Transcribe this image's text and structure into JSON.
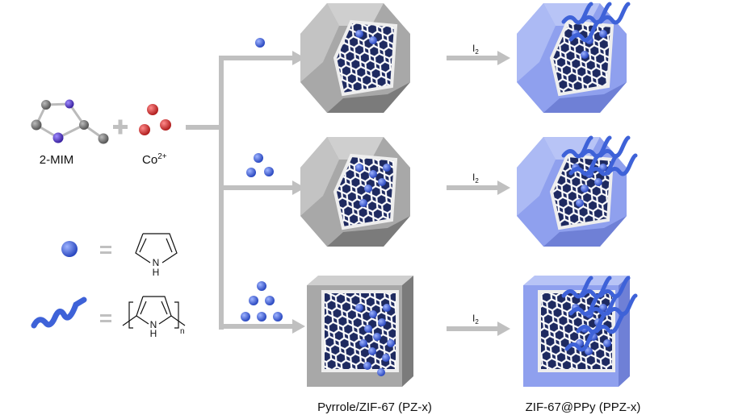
{
  "reactants": {
    "ligand_label": "2-MIM",
    "metal_label": "Co",
    "metal_charge": "2+",
    "plus": "+"
  },
  "legend": {
    "equals": "=",
    "monomer_atom": "N",
    "monomer_h": "H",
    "polymer_atom": "N",
    "polymer_h": "H",
    "polymer_n": "n"
  },
  "arrows": {
    "oxidant": "I",
    "oxidant_sub": "2"
  },
  "captions": {
    "middle_column": "Pyrrole/ZIF-67 (PZ-x)",
    "right_column": "ZIF-67@PPy (PPZ-x)"
  },
  "colors": {
    "arrow": "#c0c0c0",
    "zif_shell": "#9a9a9a",
    "ppz_shell": "#8fa0ee",
    "pyrrole": "#3e62d8",
    "cobalt": "#d23a3a",
    "nitrogen": "#5b45c8",
    "carbon": "#777777"
  },
  "rows": [
    {
      "pyrrole_count": 1,
      "shape": "truncated-octahedron"
    },
    {
      "pyrrole_count": 3,
      "shape": "truncated-octahedron"
    },
    {
      "pyrrole_count": 6,
      "shape": "cube"
    }
  ]
}
